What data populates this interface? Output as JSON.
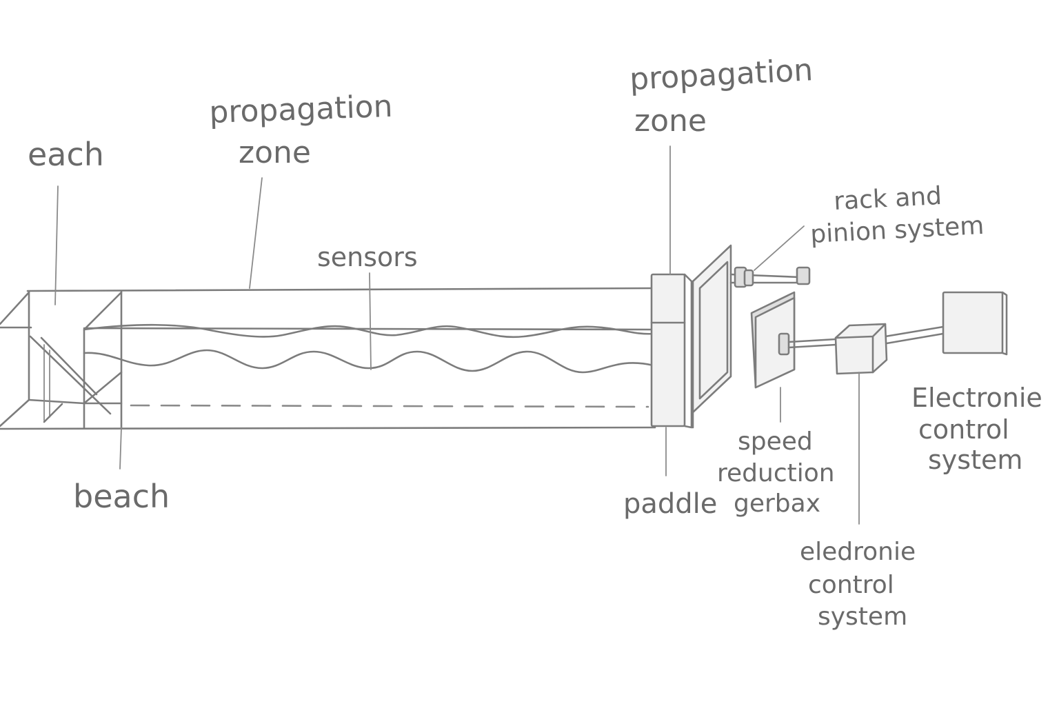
{
  "labels": {
    "each": "each",
    "propagation_zone_left_line1": "propagation",
    "propagation_zone_left_line2": "zone",
    "sensors": "sensors",
    "propagation_zone_right_line1": "propagation",
    "propagation_zone_right_line2": "zone",
    "rack_line1": "rack and",
    "rack_line2": "pinion  system",
    "beach": "beach",
    "paddle": "paddle",
    "gearbox_line1": "speed",
    "gearbox_line2": "reduction",
    "gearbox_line3": "gerbax",
    "control_small_line1": "eledronie",
    "control_small_line2": "control",
    "control_small_line3": "system",
    "control_large_line1": "Electronie",
    "control_large_line2": "control",
    "control_large_line3": "system"
  }
}
